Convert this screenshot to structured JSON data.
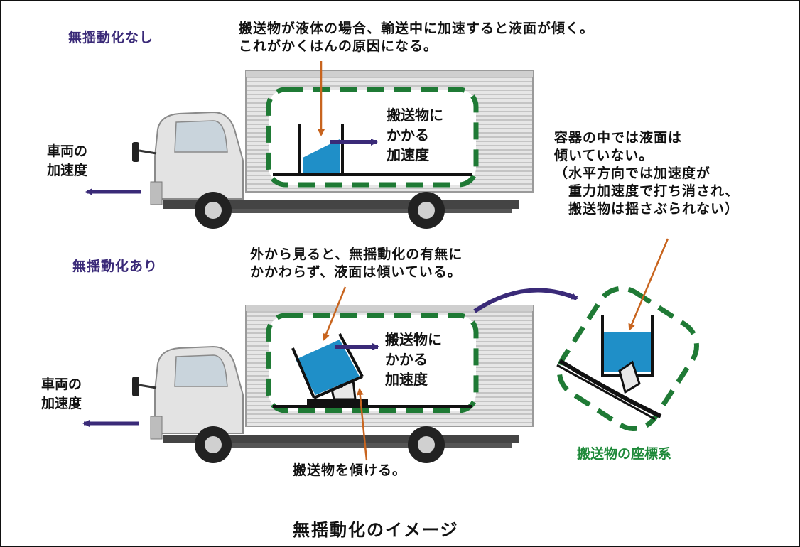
{
  "colors": {
    "truck_body": "#dedede",
    "dashed_box": "#1f7a35",
    "liquid": "#1f8fc8",
    "accel_arrow": "#3a2a78",
    "pointer": "#c8641e",
    "section_label": "#3a2a78",
    "frame_label": "#1f8a3a"
  },
  "top": {
    "section_label": "無揺動化なし",
    "annotation": "搬送物が液体の場合、輸送中に加速すると液面が傾く。\nこれがかくはんの原因になる。",
    "box_label": "搬送物に\nかかる\n加速度",
    "vehicle_label": "車両の\n加速度"
  },
  "bottom": {
    "section_label": "無揺動化あり",
    "annotation": "外から見ると、無揺動化の有無に\nかかわらず、液面は傾いている。",
    "box_label": "搬送物に\nかかる\n加速度",
    "vehicle_label": "車両の\n加速度",
    "tilt_label": "搬送物を傾ける。"
  },
  "right": {
    "note": "容器の中では液面は\n傾いていない。\n（水平方向では加速度が\n　重力加速度で打ち消され、\n　搬送物は揺さぶられない）",
    "frame_label": "搬送物の座標系"
  },
  "caption": "無揺動化のイメージ",
  "icons": [
    "truck-icon",
    "container-icon",
    "arrow-left-icon",
    "arrow-right-icon"
  ]
}
